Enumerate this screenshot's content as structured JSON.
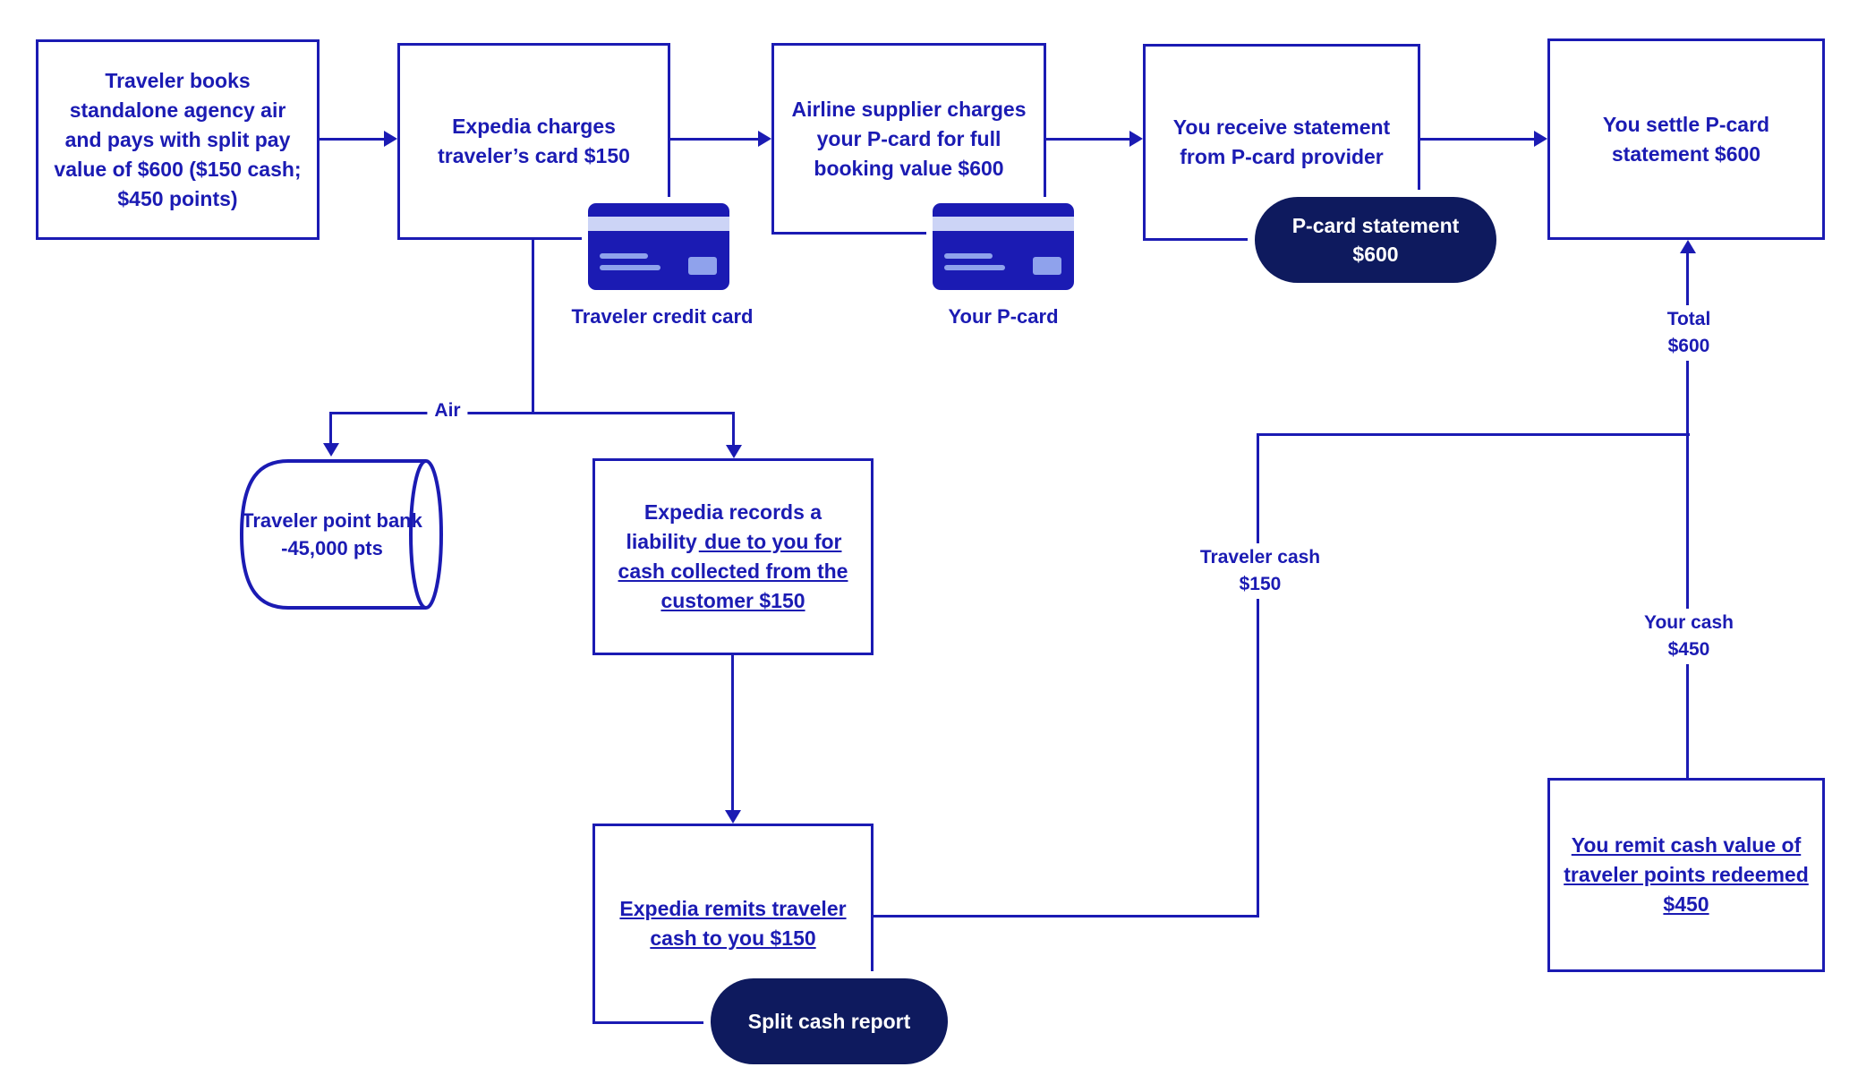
{
  "colors": {
    "ink": "#1b1bb3",
    "pill": "#0e1a5e"
  },
  "nodes": {
    "book": {
      "text": "Traveler books standalone agency air and pays with split pay value of $600 ($150 cash; $450 points)"
    },
    "charge_card": {
      "text": "Expedia charges traveler’s card $150"
    },
    "airline_charge": {
      "text": "Airline supplier charges your P-card for full booking value $600"
    },
    "receive_statement": {
      "text": "You receive statement from P-card provider"
    },
    "settle_statement": {
      "text": "You settle P-card statement $600"
    },
    "point_bank": {
      "line1": "Traveler point bank",
      "line2": "-45,000 pts"
    },
    "records_liability": {
      "before": "Expedia records a ",
      "highlight": "liability",
      "after": " due to you for cash collected from the customer $150"
    },
    "remits_cash": {
      "text": "Expedia remits traveler cash to you $150"
    },
    "remit_points_value": {
      "text": "You remit cash value of traveler points redeemed $450"
    }
  },
  "pills": {
    "pcard_statement": {
      "line1": "P-card statement",
      "line2": "$600"
    },
    "split_cash_report": {
      "text": "Split cash report"
    }
  },
  "captions": {
    "traveler_card": "Traveler credit card",
    "your_pcard": "Your P-card"
  },
  "edge_labels": {
    "air": "Air",
    "traveler_cash": {
      "line1": "Traveler cash",
      "line2": "$150"
    },
    "your_cash": {
      "line1": "Your cash",
      "line2": "$450"
    },
    "total": {
      "line1": "Total",
      "line2": "$600"
    }
  }
}
